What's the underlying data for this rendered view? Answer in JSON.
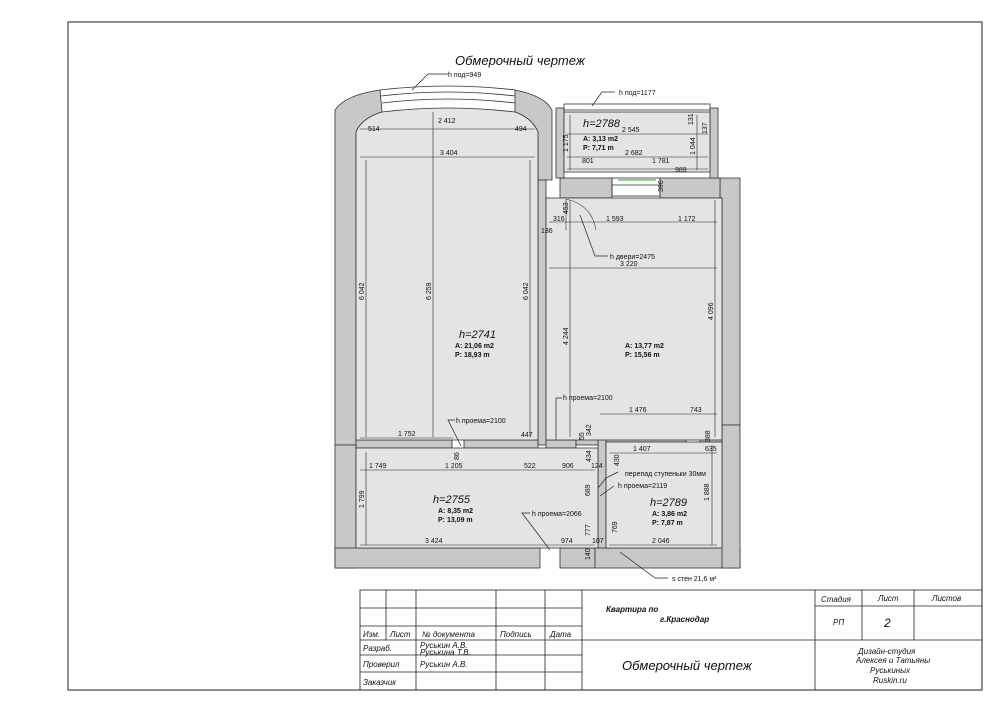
{
  "drawing": {
    "title": "Обмерочный чертеж",
    "rooms": [
      {
        "id": "room-living",
        "height": "h=2741",
        "area": "A: 21,06 m2",
        "perimeter": "P: 18,93 m"
      },
      {
        "id": "room-bedroom",
        "height": "",
        "area": "A: 13,77 m2",
        "perimeter": "P: 15,56 m"
      },
      {
        "id": "room-balcony",
        "height": "h=2788",
        "area": "A: 3,13 m2",
        "perimeter": "P: 7,71 m"
      },
      {
        "id": "room-hall",
        "height": "h=2755",
        "area": "A: 8,35 m2",
        "perimeter": "P: 13,09 m"
      },
      {
        "id": "room-bath",
        "height": "h=2789",
        "area": "A: 3,86 m2",
        "perimeter": "P: 7,87 m"
      }
    ],
    "notes": {
      "sill_left": "h под=949",
      "sill_right": "h под=1177",
      "door": "h двери=2475",
      "opening1": "h проема=2100",
      "opening2": "h проема=2100",
      "opening3": "h проема=2119",
      "opening4": "h проема=2066",
      "step": "перепад ступеньки 30мм",
      "walls": "s стен 21,6 м²"
    },
    "dims": {
      "d514": "514",
      "d2412": "2 412",
      "d494": "494",
      "d3404": "3 404",
      "d6042a": "6 042",
      "d6259": "6 259",
      "d6042b": "6 042",
      "d2545": "2 545",
      "d131": "131",
      "d137": "137",
      "d1175": "1 175",
      "d2682": "2 682",
      "d1044": "1 044",
      "d801": "801",
      "d1781": "1 781",
      "d989": "989",
      "d396": "396",
      "d316": "316",
      "d453": "453",
      "d1593": "1 593",
      "d1172": "1 172",
      "d136": "136",
      "d3220": "3 220",
      "d4096": "4 096",
      "d4244": "4 244",
      "d1476": "1 476",
      "d743": "743",
      "d1752": "1 752",
      "d447": "447",
      "d342": "342",
      "d55": "55",
      "d388": "388",
      "d1407": "1 407",
      "d635": "635",
      "d86": "86",
      "d1749": "1 749",
      "d1205": "1 205",
      "d522": "522",
      "d906": "906",
      "d434": "434",
      "d124": "124",
      "d430": "430",
      "d1799": "1 799",
      "d689": "689",
      "d1888": "1 888",
      "d769": "769",
      "d3424": "3 424",
      "d974": "974",
      "d107": "107",
      "d2046": "2 046",
      "d777": "777",
      "d140": "140"
    }
  },
  "stamp": {
    "col_izm": "Изм.",
    "col_list": "Лист",
    "col_doc": "№ документа",
    "col_sign": "Подпись",
    "col_date": "Дата",
    "row_razrab": "Разраб.",
    "row_proveril": "Проверил",
    "row_zakazchik": "Заказчик",
    "razrab_names_1": "Руськин А.В.",
    "razrab_names_2": "Руськина Т.В.",
    "proveril_name": "Руськин А.В.",
    "project_line1": "Квартира по",
    "project_line2": "г.Краснодар",
    "sheet_title": "Обмерочный чертеж",
    "hdr_stage": "Стадия",
    "hdr_sheet": "Лист",
    "hdr_sheets": "Листов",
    "stage": "РП",
    "sheet": "2",
    "studio_1": "Дизайн-студия",
    "studio_2": "Алексея и Татьяны",
    "studio_3": "Руськиных",
    "studio_4": "Ruskin.ru"
  }
}
